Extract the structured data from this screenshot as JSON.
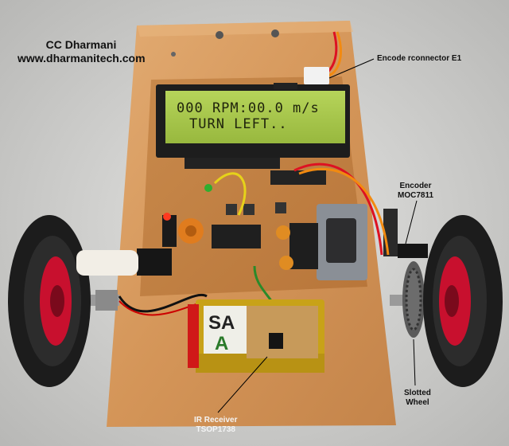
{
  "credit": {
    "author": "CC Dharmani",
    "website": "www.dharmanitech.com"
  },
  "lcd": {
    "line1": "000 RPM:00.0 m/s",
    "line2": "TURN LEFT.."
  },
  "battery_text": "SA",
  "battery_letter": "A",
  "callouts": {
    "encoder_connector": "Encode rconnector E1",
    "encoder_line1": "Encoder",
    "encoder_line2": "MOC7811",
    "slotted_line1": "Slotted",
    "slotted_line2": "Wheel",
    "ir_line1": "IR Receiver",
    "ir_line2": "TSOP1738"
  },
  "colors": {
    "background": "#d8d8d6",
    "wood": "#d79a60",
    "lcd_backlight": "#a8c64a",
    "tire": "#1c1c1c",
    "rim": "#c8102e"
  }
}
